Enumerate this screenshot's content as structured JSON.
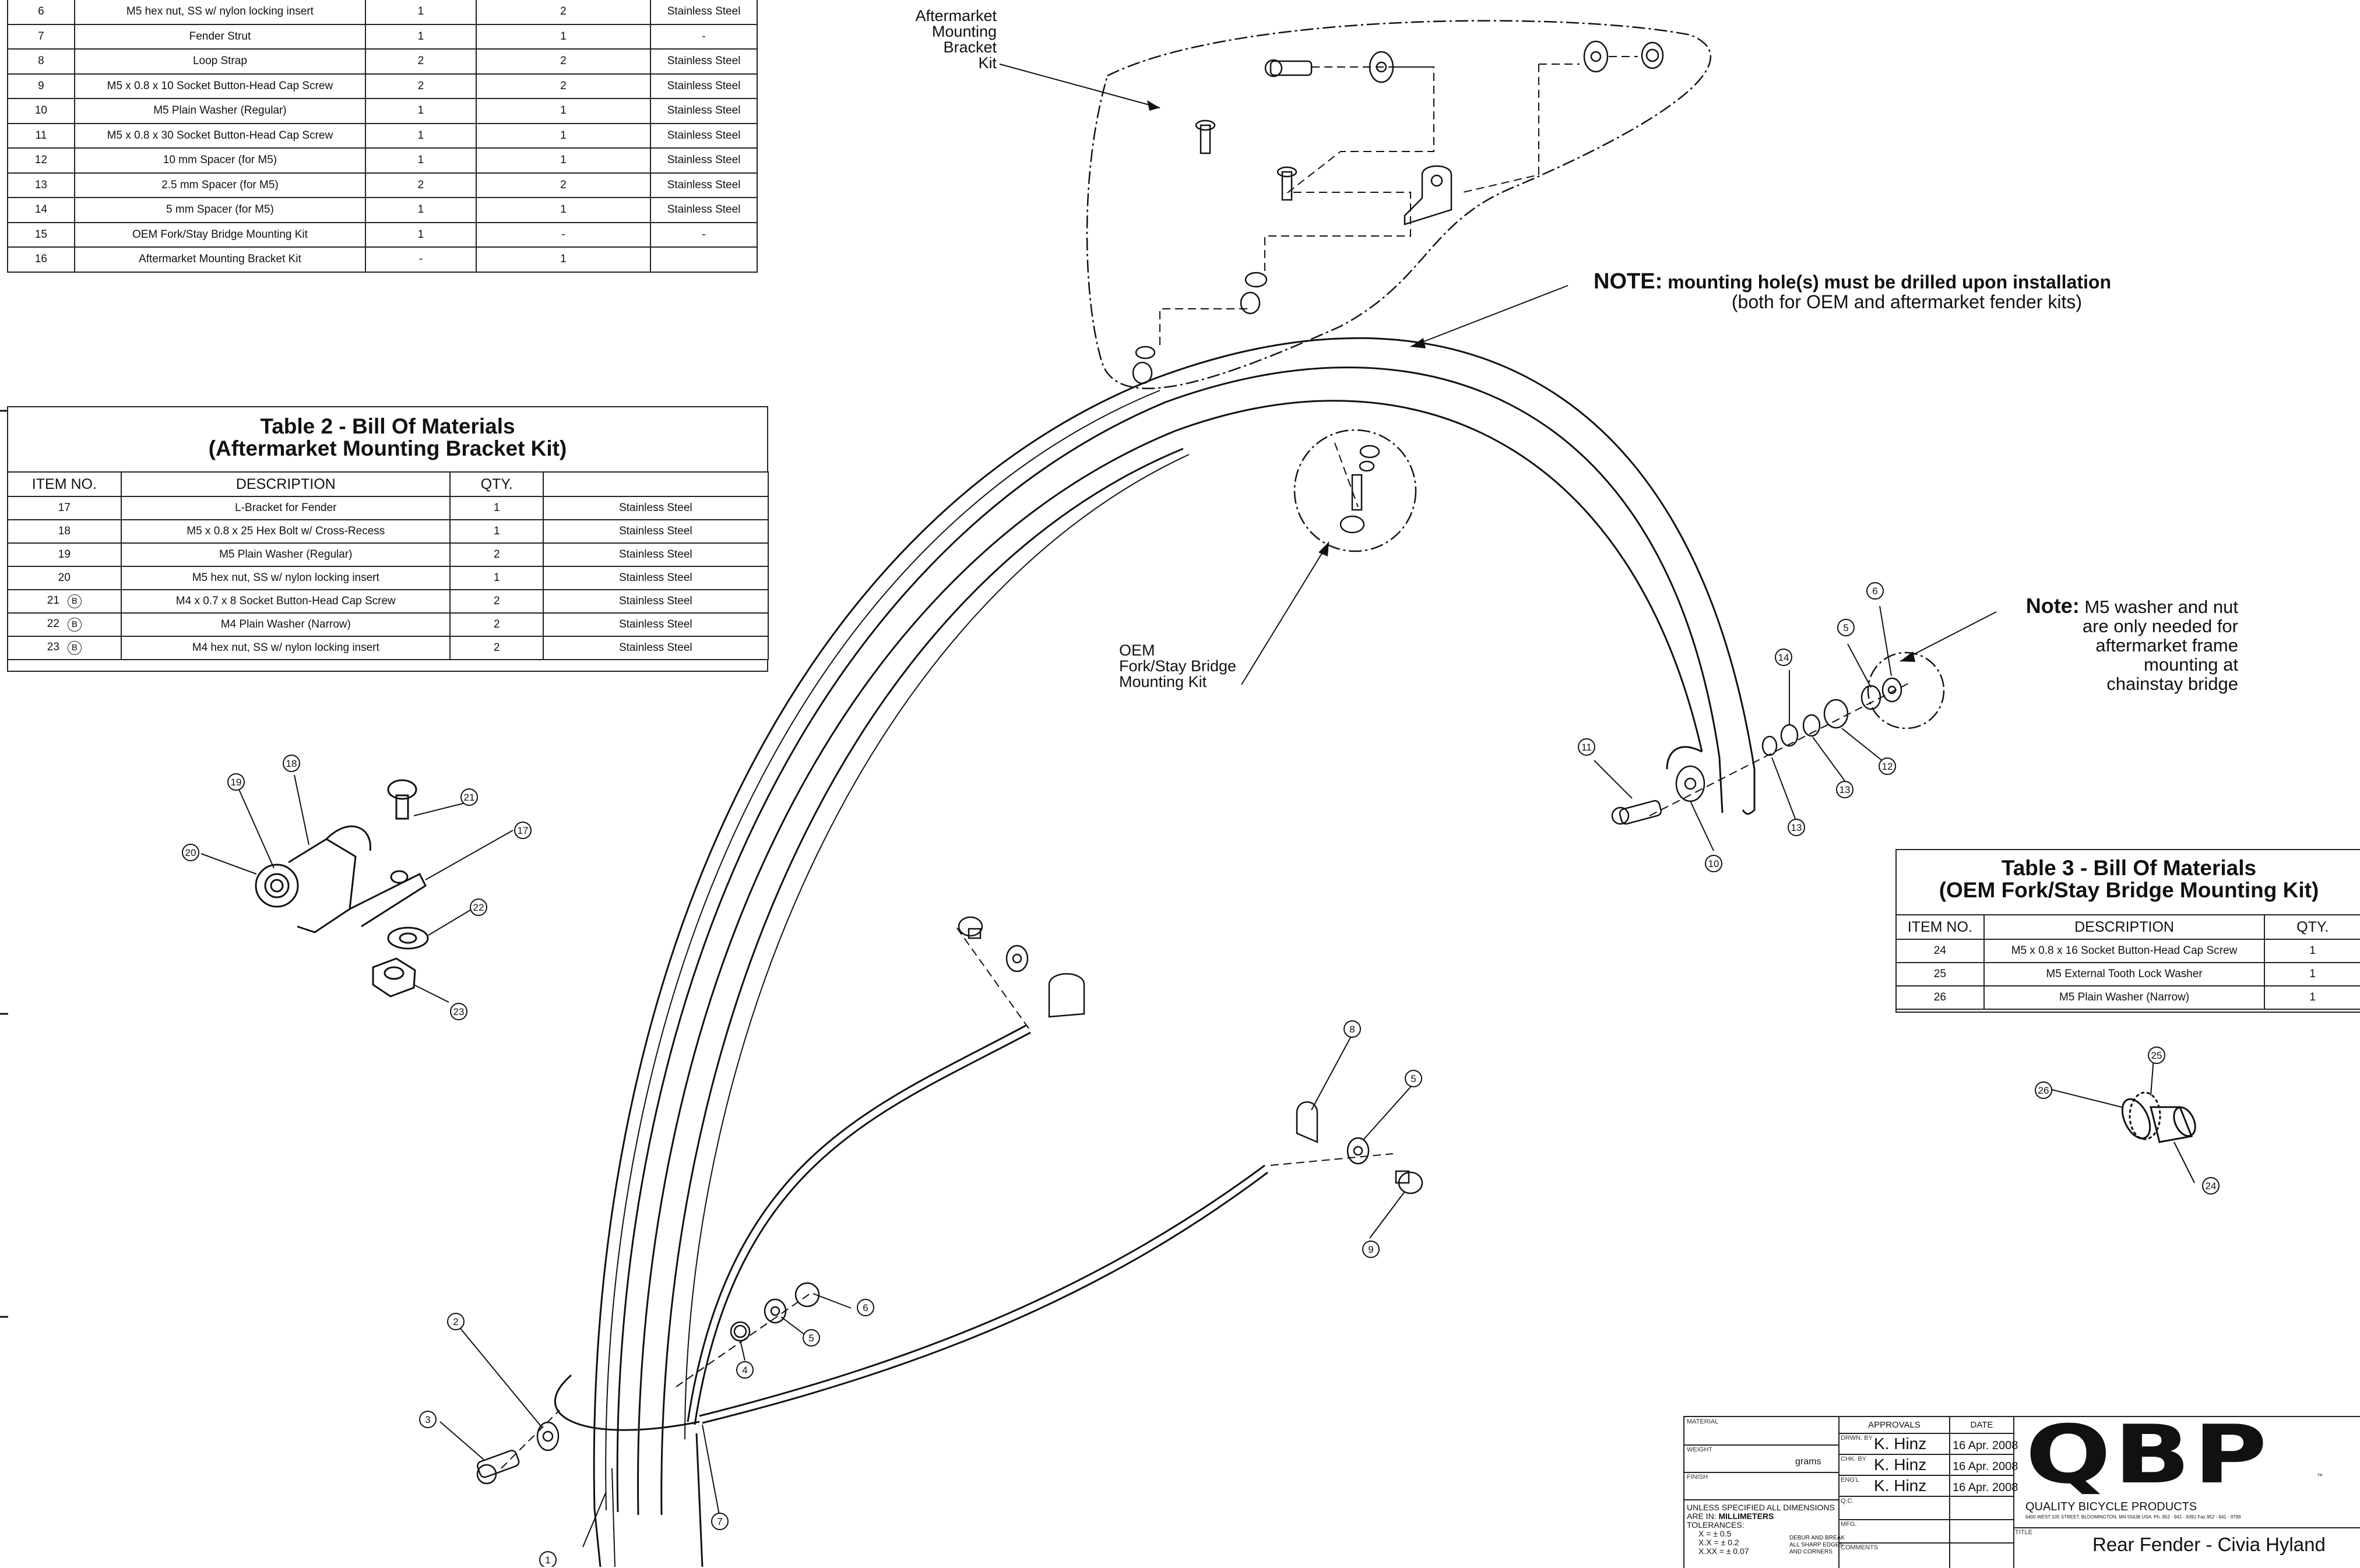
{
  "table1": {
    "rows": [
      {
        "item": "6",
        "desc": "M5 hex nut, SS w/ nylon locking insert",
        "q1": "1",
        "q2": "2",
        "mat": "Stainless Steel"
      },
      {
        "item": "7",
        "desc": "Fender Strut",
        "q1": "1",
        "q2": "1",
        "mat": "-"
      },
      {
        "item": "8",
        "desc": "Loop Strap",
        "q1": "2",
        "q2": "2",
        "mat": "Stainless Steel"
      },
      {
        "item": "9",
        "desc": "M5 x 0.8 x 10 Socket Button-Head Cap Screw",
        "q1": "2",
        "q2": "2",
        "mat": "Stainless Steel"
      },
      {
        "item": "10",
        "desc": "M5 Plain Washer (Regular)",
        "q1": "1",
        "q2": "1",
        "mat": "Stainless Steel"
      },
      {
        "item": "11",
        "desc": "M5 x 0.8 x 30 Socket Button-Head Cap Screw",
        "q1": "1",
        "q2": "1",
        "mat": "Stainless Steel"
      },
      {
        "item": "12",
        "desc": "10 mm Spacer (for M5)",
        "q1": "1",
        "q2": "1",
        "mat": "Stainless Steel"
      },
      {
        "item": "13",
        "desc": "2.5 mm Spacer  (for M5)",
        "q1": "2",
        "q2": "2",
        "mat": "Stainless Steel"
      },
      {
        "item": "14",
        "desc": "5 mm Spacer (for M5)",
        "q1": "1",
        "q2": "1",
        "mat": "Stainless Steel"
      },
      {
        "item": "15",
        "desc": "OEM Fork/Stay Bridge Mounting Kit",
        "q1": "1",
        "q2": "-",
        "mat": "-"
      },
      {
        "item": "16",
        "desc": "Aftermarket Mounting Bracket Kit",
        "q1": "-",
        "q2": "1",
        "mat": ""
      }
    ]
  },
  "table2": {
    "title_line1": "Table 2 - Bill Of Materials",
    "title_line2": "(Aftermarket Mounting Bracket Kit)",
    "headers": [
      "ITEM NO.",
      "DESCRIPTION",
      "QTY.",
      ""
    ],
    "rows": [
      {
        "item": "17",
        "desc": "L-Bracket for Fender",
        "qty": "1",
        "mat": "Stainless Steel",
        "mark": ""
      },
      {
        "item": "18",
        "desc": "M5 x 0.8 x 25 Hex Bolt w/ Cross-Recess",
        "qty": "1",
        "mat": "Stainless Steel",
        "mark": ""
      },
      {
        "item": "19",
        "desc": "M5 Plain Washer (Regular)",
        "qty": "2",
        "mat": "Stainless Steel",
        "mark": ""
      },
      {
        "item": "20",
        "desc": "M5 hex nut, SS w/ nylon locking insert",
        "qty": "1",
        "mat": "Stainless Steel",
        "mark": ""
      },
      {
        "item": "21",
        "desc": "M4 x 0.7 x 8 Socket Button-Head Cap Screw",
        "qty": "2",
        "mat": "Stainless Steel",
        "mark": "B"
      },
      {
        "item": "22",
        "desc": "M4 Plain Washer (Narrow)",
        "qty": "2",
        "mat": "Stainless Steel",
        "mark": "B"
      },
      {
        "item": "23",
        "desc": "M4 hex nut, SS w/ nylon locking insert",
        "qty": "2",
        "mat": "Stainless Steel",
        "mark": "B"
      }
    ]
  },
  "table3": {
    "title_line1": "Table 3 - Bill Of Materials",
    "title_line2": "(OEM Fork/Stay Bridge Mounting Kit)",
    "headers": [
      "ITEM NO.",
      "DESCRIPTION",
      "QTY."
    ],
    "rows": [
      {
        "item": "24",
        "desc": "M5 x 0.8 x 16 Socket Button-Head Cap Screw",
        "qty": "1"
      },
      {
        "item": "25",
        "desc": "M5 External Tooth Lock Washer",
        "qty": "1"
      },
      {
        "item": "26",
        "desc": "M5 Plain Washer (Narrow)",
        "qty": "1"
      }
    ]
  },
  "labels": {
    "aftermarket_kit": [
      "Aftermarket",
      "Mounting",
      "Bracket",
      "Kit"
    ],
    "oem_kit": [
      "OEM",
      "Fork/Stay Bridge",
      "Mounting Kit"
    ],
    "note1_bold": "NOTE:",
    "note1_line1": " mounting hole(s) must be drilled upon installation",
    "note1_line2": "(both for OEM and aftermarket fender kits)",
    "note2_bold": "Note:",
    "note2_lines": [
      " M5 washer and nut",
      "are only needed for",
      "aftermarket frame",
      "mounting at",
      "chainstay bridge"
    ]
  },
  "callouts": [
    "1",
    "2",
    "3",
    "4",
    "5",
    "6",
    "7",
    "8",
    "9",
    "10",
    "11",
    "12",
    "13",
    "14",
    "17",
    "18",
    "19",
    "20",
    "21",
    "22",
    "23",
    "24",
    "25",
    "26"
  ],
  "title_block": {
    "material_label": "MATERIAL",
    "weight_label": "WEIGHT",
    "weight_unit": "grams",
    "finish_label": "FINISH",
    "dims_line1": "UNLESS SPECIFIED ALL DIMENSIONS",
    "dims_line2a": "ARE IN: ",
    "dims_line2b": "MILLIMETERS",
    "tolerances": "TOLERANCES:",
    "tol_x": "X      = ±  0.5",
    "tol_xx": "X.X    = ±  0.2",
    "tol_xxx": "X.XX  = ±  0.07",
    "deburr": [
      "DEBUR AND BREAK",
      "ALL SHARP EDGES",
      "AND CORNERS"
    ],
    "approvals": "APPROVALS",
    "date": "DATE",
    "drwn_by": "DRWN. BY",
    "chk_by": "CHK. BY",
    "engl": "ENG'L",
    "qc": "Q.C.",
    "mfg": "MFG.",
    "comments": "COMMENTS",
    "names": [
      "K. Hinz",
      "K. Hinz",
      "K. Hinz"
    ],
    "dates": [
      "16 Apr. 2008",
      "16 Apr. 2008",
      "16 Apr. 2008"
    ],
    "logo": "QBP",
    "company": "QUALITY BICYCLE PRODUCTS",
    "address": "6400 WEST 105 STREET, BLOOMINGTON, MN 55438 USA. Ph. 952 - 941 - 9391 Fax 952 - 941 - 9799",
    "title_label": "TITLE",
    "drawing_title": "Rear Fender - Civia Hyland"
  }
}
